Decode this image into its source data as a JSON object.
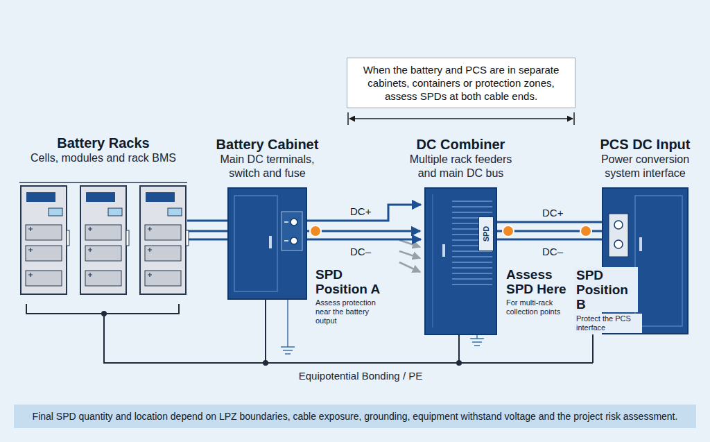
{
  "diagram": {
    "caption": "Final SPD quantity and location depend on LPZ boundaries, cable exposure, grounding, equipment withstand voltage and the project risk assessment.",
    "nodes": [
      {
        "text": [
          "When the battery and PCS are in separate cabinets, containers or protection zones, assess SPDs at both cable ends."
        ]
      },
      {
        "text": [
          "Battery Racks",
          "Cells, modules and rack BMS"
        ]
      },
      {
        "text": [
          "Battery Cabinet",
          "Main DC terminals, switch and fuse"
        ]
      },
      {
        "text": [
          "DC Combiner",
          "Multiple rack feeders and main DC bus"
        ]
      },
      {
        "text": [
          "SPD"
        ],
        "in": 3
      },
      {
        "text": [
          "PCS DC Input",
          "Power conversion system interface"
        ]
      }
    ],
    "edges": [
      {
        "from": 1,
        "to": 2,
        "arrow": "none"
      },
      {
        "from": 2,
        "to": 3,
        "label": "DC+",
        "arrow": "to"
      },
      {
        "from": 2,
        "to": 3,
        "label": "DC–",
        "arrow": "to"
      },
      {
        "from": 3,
        "to": 5,
        "label": "DC+",
        "arrow": "none"
      },
      {
        "from": 3,
        "to": 5,
        "label": "DC–",
        "arrow": "none"
      }
    ],
    "labels": [
      "SPD Position A",
      "Assess protection near the battery output",
      "Assess SPD Here",
      "For multi-rack collection points",
      "SPD Position B",
      "Protect the PCS interface",
      "Equipotential Bonding / PE"
    ]
  }
}
